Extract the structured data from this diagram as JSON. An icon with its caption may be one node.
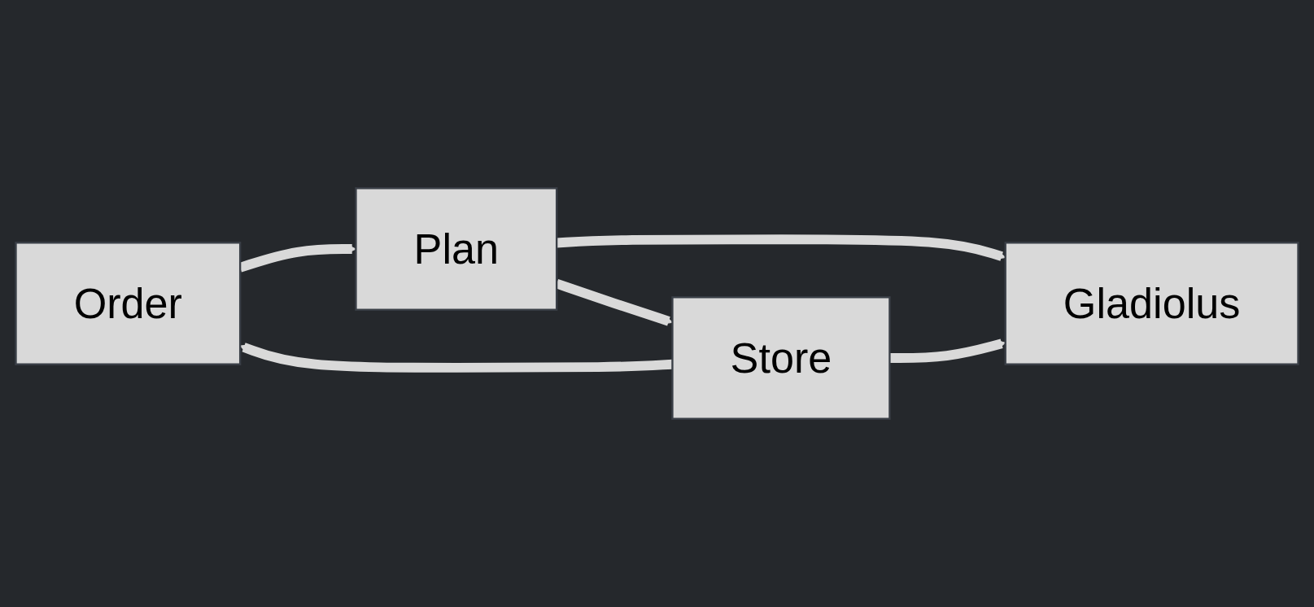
{
  "diagram": {
    "nodes": [
      {
        "text": [
          "Gladiolus"
        ]
      },
      {
        "text": [
          "Order"
        ]
      },
      {
        "text": [
          "Plan"
        ]
      },
      {
        "text": [
          "Store"
        ]
      }
    ],
    "edges": [
      {
        "from": 1,
        "to": 2,
        "arrow": "to"
      },
      {
        "from": 2,
        "to": 0,
        "arrow": "to"
      },
      {
        "from": 2,
        "to": 3,
        "arrow": "to"
      },
      {
        "from": 3,
        "to": 0,
        "arrow": "to"
      },
      {
        "from": 3,
        "to": 1,
        "arrow": "to"
      }
    ]
  }
}
